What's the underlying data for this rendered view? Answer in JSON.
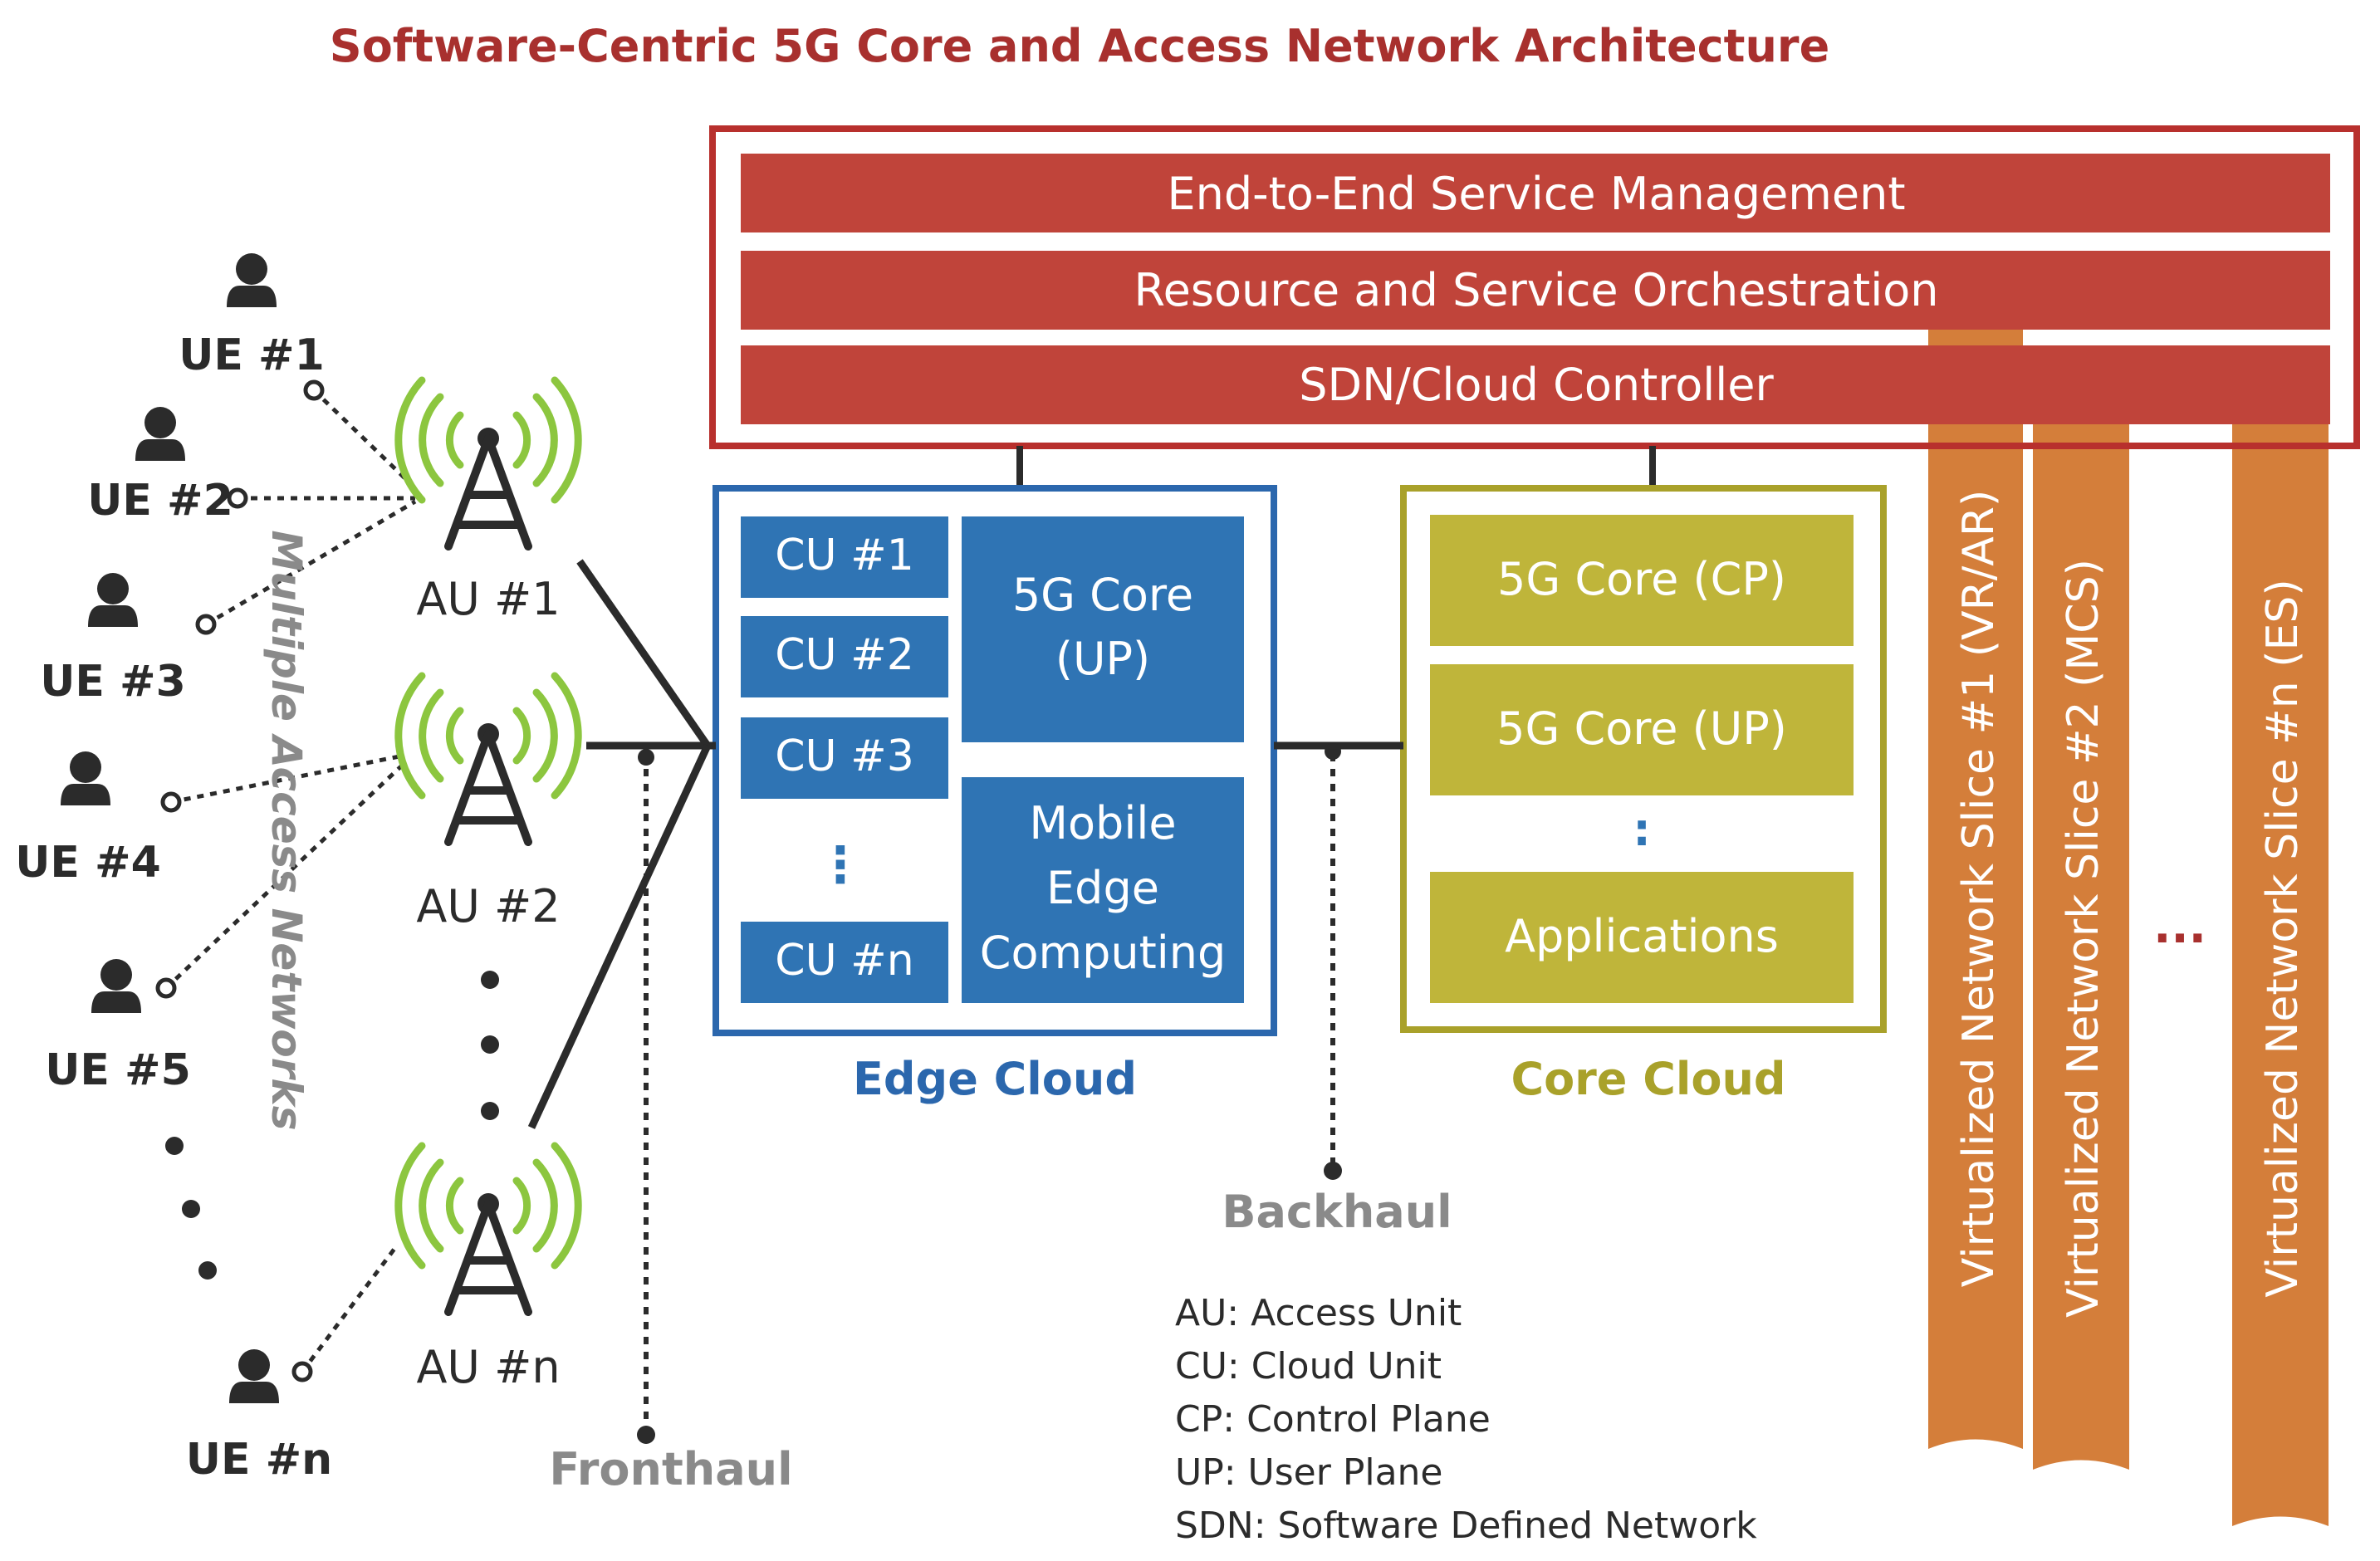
{
  "title": "Software-Centric 5G Core and Access Network Architecture",
  "management_layers": [
    "End-to-End Service Management",
    "Resource and Service Orchestration",
    "SDN/Cloud Controller"
  ],
  "edge_cloud": {
    "label": "Edge Cloud",
    "cus": [
      "CU #1",
      "CU #2",
      "CU #3",
      "⋮",
      "CU #n"
    ],
    "core_up": [
      "5G Core",
      "(UP)"
    ],
    "mec": [
      "Mobile",
      "Edge",
      "Computing"
    ]
  },
  "core_cloud": {
    "label": "Core Cloud",
    "items": [
      "5G Core (CP)",
      "5G Core (UP)",
      "Applications"
    ],
    "ellipsis": ":"
  },
  "slices": [
    "Virtualized Network Slice #1 (VR/AR)",
    "Virtualized Network Slice #2 (MCS)",
    "Virtualized Network Slice #n (ES)"
  ],
  "slice_ellipsis": "...",
  "access_units": [
    "AU #1",
    "AU #2",
    "AU #n"
  ],
  "user_equipment": [
    "UE #1",
    "UE #2",
    "UE #3",
    "UE #4",
    "UE #5",
    "UE #n"
  ],
  "access_networks_label": "Multiple Access Networks",
  "fronthaul_label": "Fronthaul",
  "backhaul_label": "Backhaul",
  "legend": [
    "AU: Access Unit",
    "CU: Cloud Unit",
    "CP: Control Plane",
    "UP: User Plane",
    "SDN: Software Defined Network"
  ],
  "colors": {
    "title": "#a8302e",
    "management_bar": "#c0443a",
    "edge_blue": "#2f74b4",
    "edge_border": "#2b67ad",
    "core_olive": "#bfb53a",
    "core_border": "#a9a12a",
    "slice_orange": "#d47e3a",
    "antenna_green": "#8cc63f",
    "gray_label": "#8a8a8a"
  }
}
